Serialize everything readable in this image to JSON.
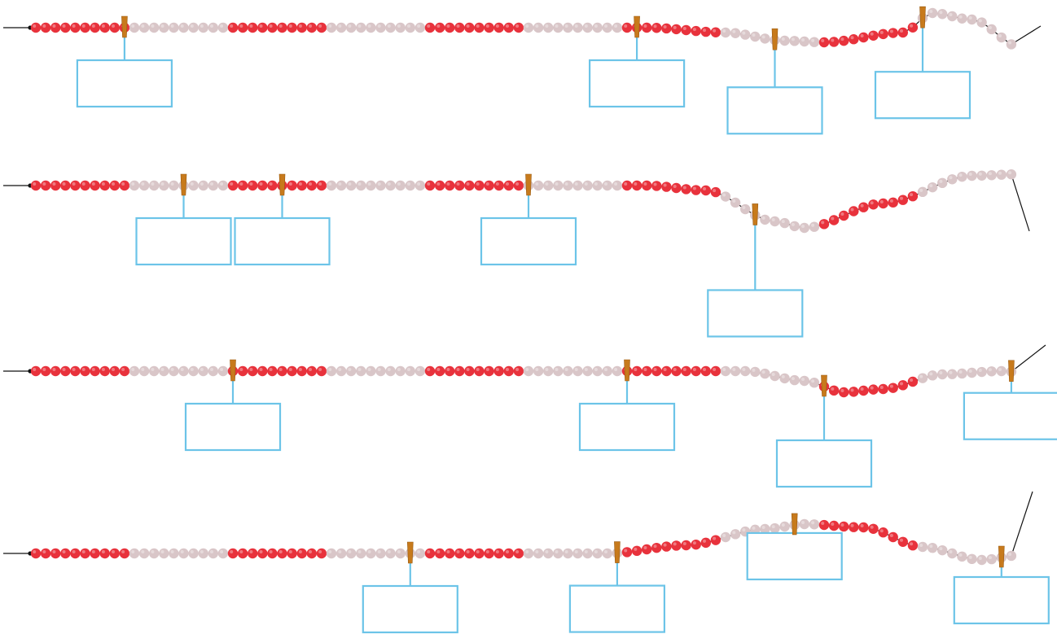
{
  "colors": {
    "red_bead": "#e8323c",
    "grey_bead": "#d9c6c8",
    "peg": "#c77a1c",
    "box_border": "#6cc4e8",
    "string": "#111111"
  },
  "bead_group_size": 10,
  "rows": [
    {
      "id": "row-1",
      "beads_per_group": 10,
      "groups": [
        "red",
        "grey",
        "red",
        "grey",
        "red",
        "grey",
        "red",
        "grey",
        "red",
        "grey"
      ],
      "pegs": [
        {
          "bead_index": 9,
          "answer": ""
        },
        {
          "bead_index": 61,
          "answer": ""
        },
        {
          "bead_index": 75,
          "answer": ""
        },
        {
          "bead_index": 90,
          "answer": ""
        }
      ]
    },
    {
      "id": "row-2",
      "beads_per_group": 10,
      "groups": [
        "red",
        "grey",
        "red",
        "grey",
        "red",
        "grey",
        "red",
        "grey",
        "red",
        "grey"
      ],
      "pegs": [
        {
          "bead_index": 15,
          "answer": ""
        },
        {
          "bead_index": 25,
          "answer": ""
        },
        {
          "bead_index": 50,
          "answer": ""
        },
        {
          "bead_index": 73,
          "answer": ""
        }
      ]
    },
    {
      "id": "row-3",
      "beads_per_group": 10,
      "groups": [
        "red",
        "grey",
        "red",
        "grey",
        "red",
        "grey",
        "red",
        "grey",
        "red",
        "grey"
      ],
      "pegs": [
        {
          "bead_index": 20,
          "answer": ""
        },
        {
          "bead_index": 60,
          "answer": ""
        },
        {
          "bead_index": 80,
          "answer": ""
        },
        {
          "bead_index": 99,
          "answer": ""
        }
      ]
    },
    {
      "id": "row-4",
      "beads_per_group": 10,
      "groups": [
        "red",
        "grey",
        "red",
        "grey",
        "red",
        "grey",
        "red",
        "grey",
        "red",
        "grey"
      ],
      "pegs": [
        {
          "bead_index": 38,
          "answer": ""
        },
        {
          "bead_index": 59,
          "answer": ""
        },
        {
          "bead_index": 77,
          "answer": ""
        },
        {
          "bead_index": 98,
          "answer": ""
        }
      ]
    }
  ]
}
